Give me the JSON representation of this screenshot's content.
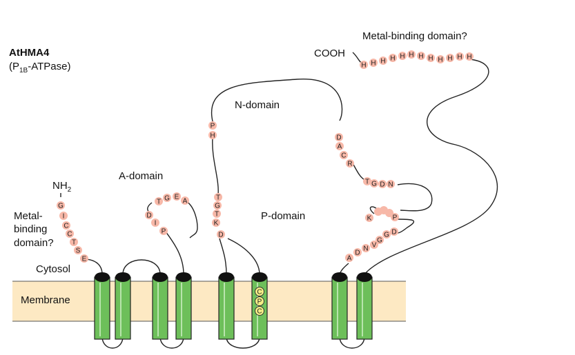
{
  "protein": {
    "name": "AtHMA4",
    "class_prefix": "(P",
    "class_sub": "1B",
    "class_suffix": "-ATPase)"
  },
  "regions": {
    "cytosol": "Cytosol",
    "membrane": "Membrane"
  },
  "termini": {
    "n_main": "NH",
    "n_sub": "2",
    "c": "COOH"
  },
  "domains": {
    "metal_n_line1": "Metal-",
    "metal_n_line2": "binding",
    "metal_n_line3": "domain?",
    "a_domain": "A-domain",
    "n_domain": "N-domain",
    "p_domain": "P-domain",
    "metal_c": "Metal-binding domain?"
  },
  "colors": {
    "membrane": "#fde9c3",
    "helix_fill": "#6dbf5a",
    "helix_cap": "#111111",
    "residue": "#f7b8a8",
    "cpc_motif": "#f4ee86"
  },
  "residues": {
    "nterm": [
      "G",
      "I",
      "C",
      "C",
      "T",
      "S",
      "E"
    ],
    "a_domain": [
      "D",
      "I",
      "P",
      "T",
      "G",
      "E",
      "A"
    ],
    "p_left_top": [
      "P",
      "H"
    ],
    "p_left": [
      "T",
      "G",
      "T",
      "K",
      "D"
    ],
    "cpc": [
      "C",
      "P",
      "C"
    ],
    "n_right": [
      "D",
      "A",
      "C",
      "R"
    ],
    "tgdn": [
      "T",
      "G",
      "D",
      "N"
    ],
    "kp": [
      "K",
      "P"
    ],
    "dgdnva": [
      "D",
      "G",
      "G",
      "V",
      "N",
      "D",
      "A"
    ],
    "his_tail": [
      "H",
      "H",
      "H",
      "H",
      "H",
      "H",
      "H",
      "H",
      "H",
      "H",
      "H",
      "H"
    ]
  }
}
